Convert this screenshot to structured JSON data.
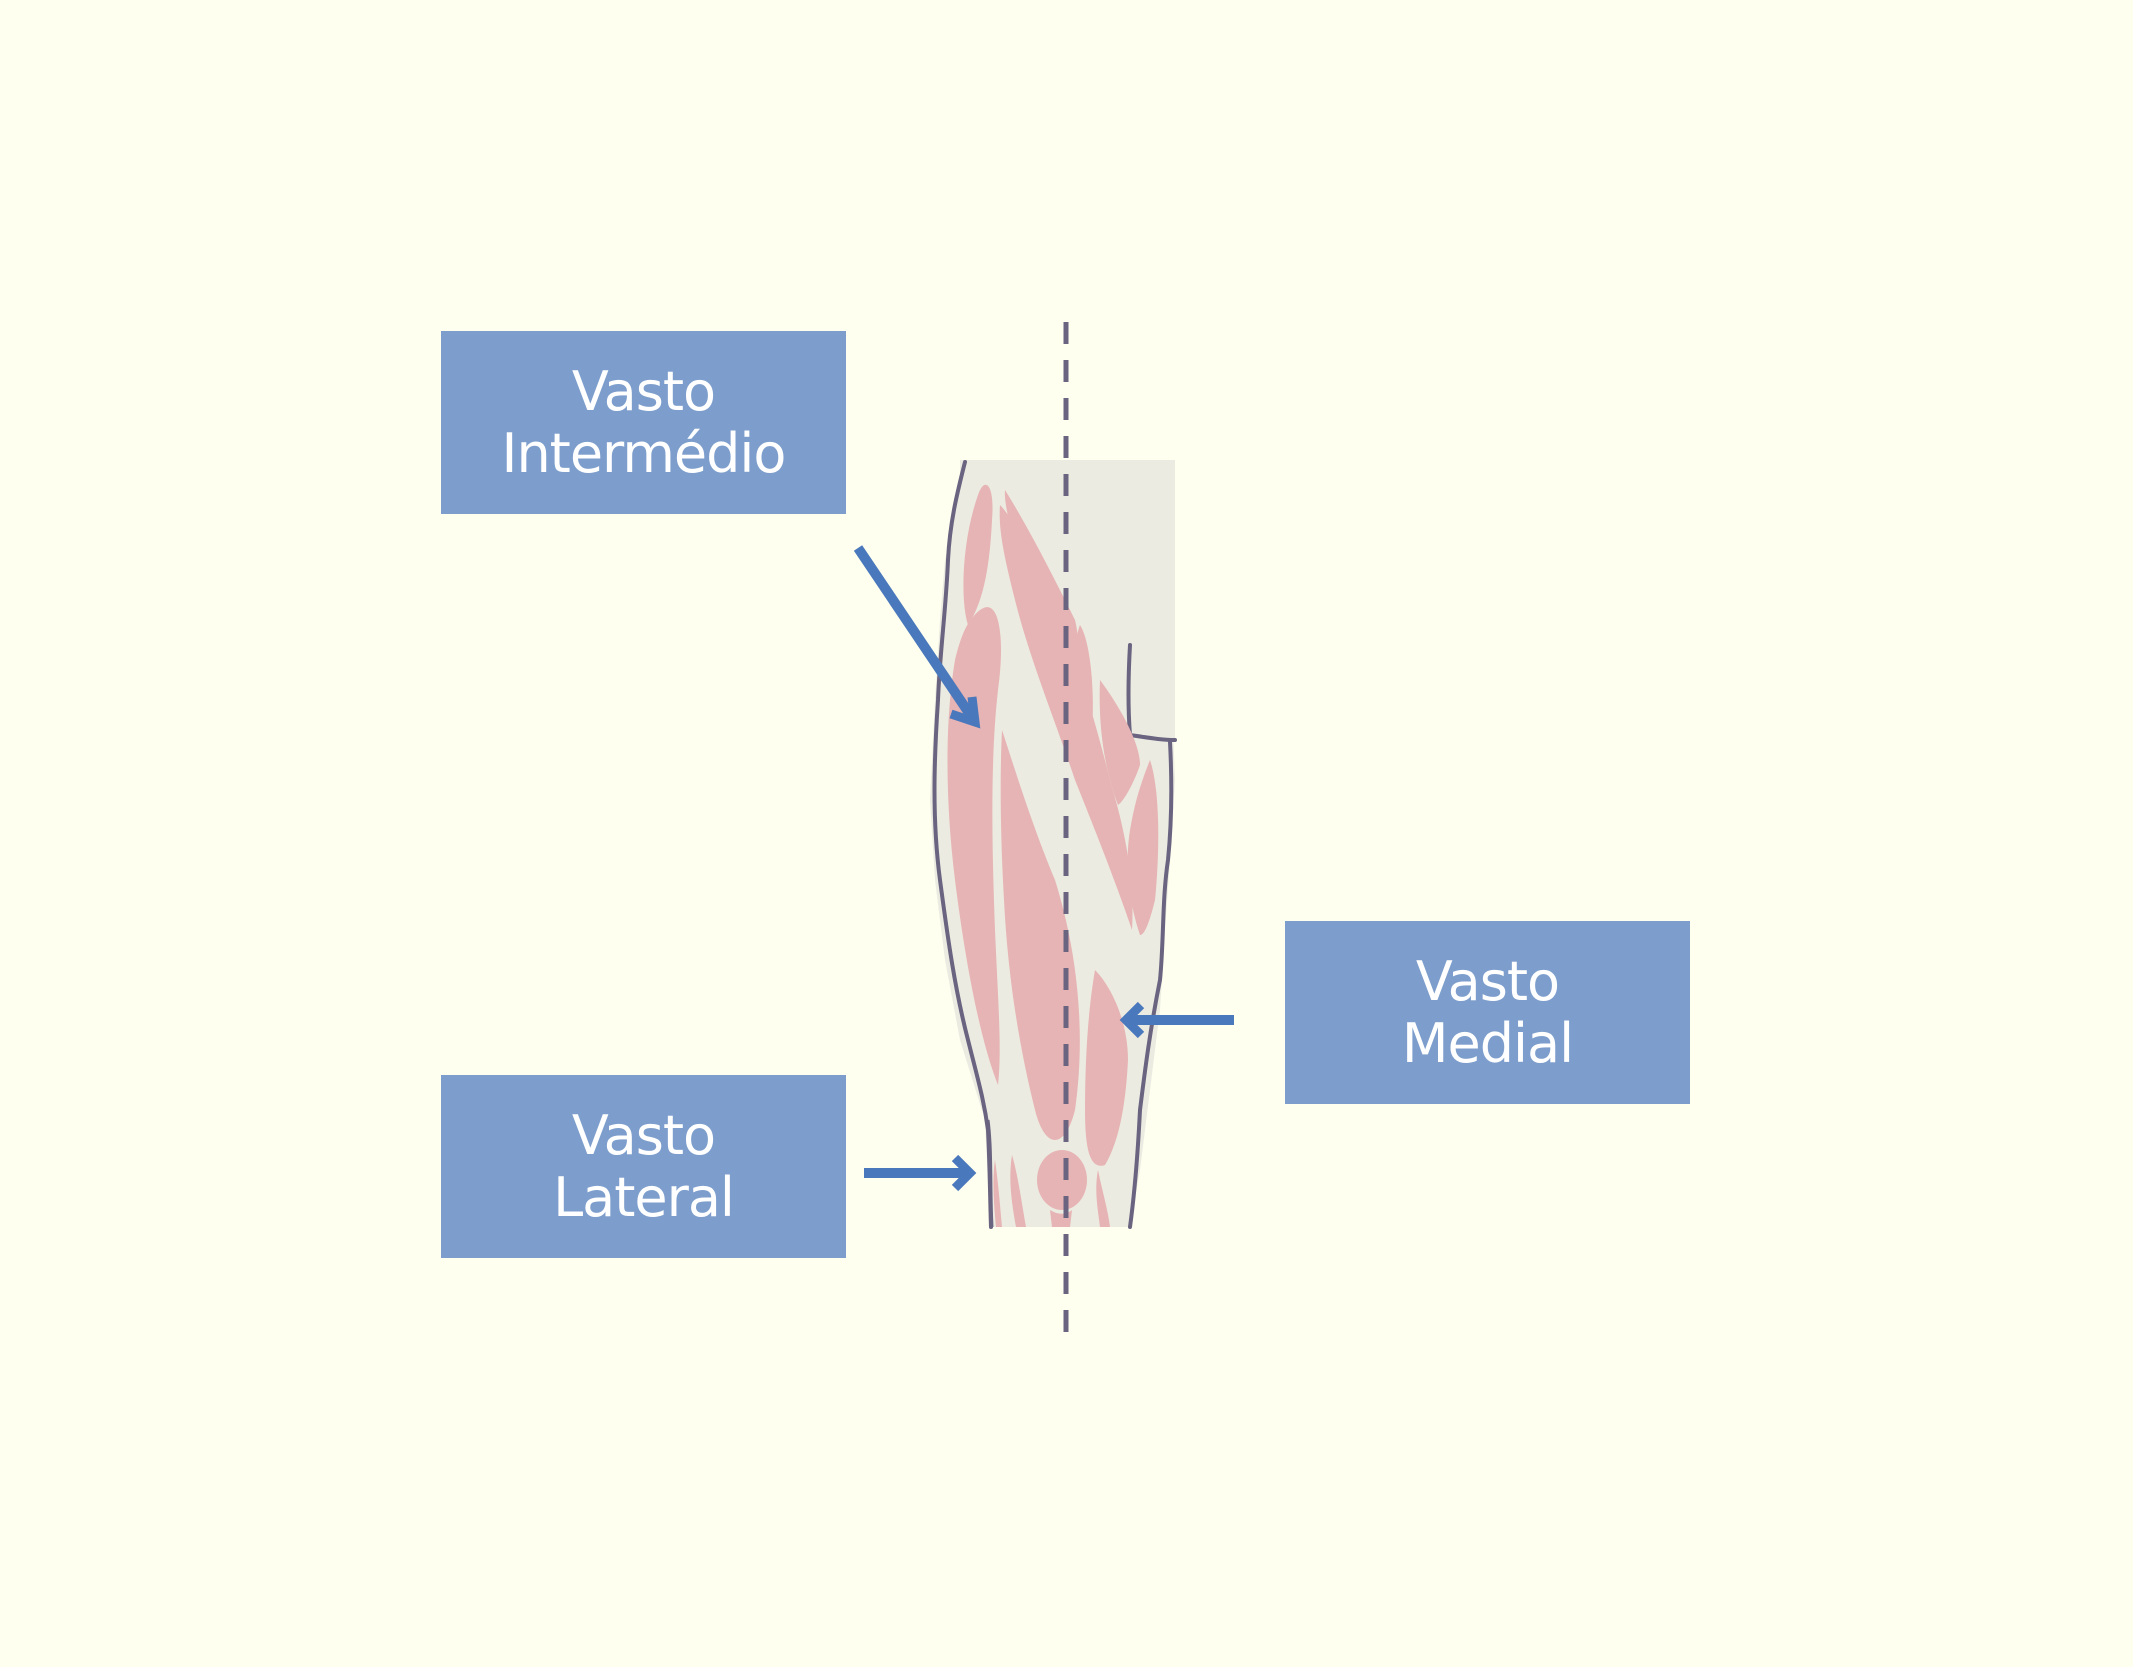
{
  "labels": {
    "intermedio": {
      "line1": "Vasto",
      "line2": "Intermédio"
    },
    "lateral": {
      "line1": "Vasto",
      "line2": "Lateral"
    },
    "medial": {
      "line1": "Vasto",
      "line2": "Medial"
    }
  },
  "colors": {
    "background": "#FEFFEF",
    "label_box": "#7D9ECC",
    "label_text": "#FFFFFF",
    "arrow": "#4A78BC",
    "muscle": "#E6B4B4",
    "tissue": "#ECEBE1",
    "outline": "#6A6480",
    "midline": "#6A6480"
  }
}
